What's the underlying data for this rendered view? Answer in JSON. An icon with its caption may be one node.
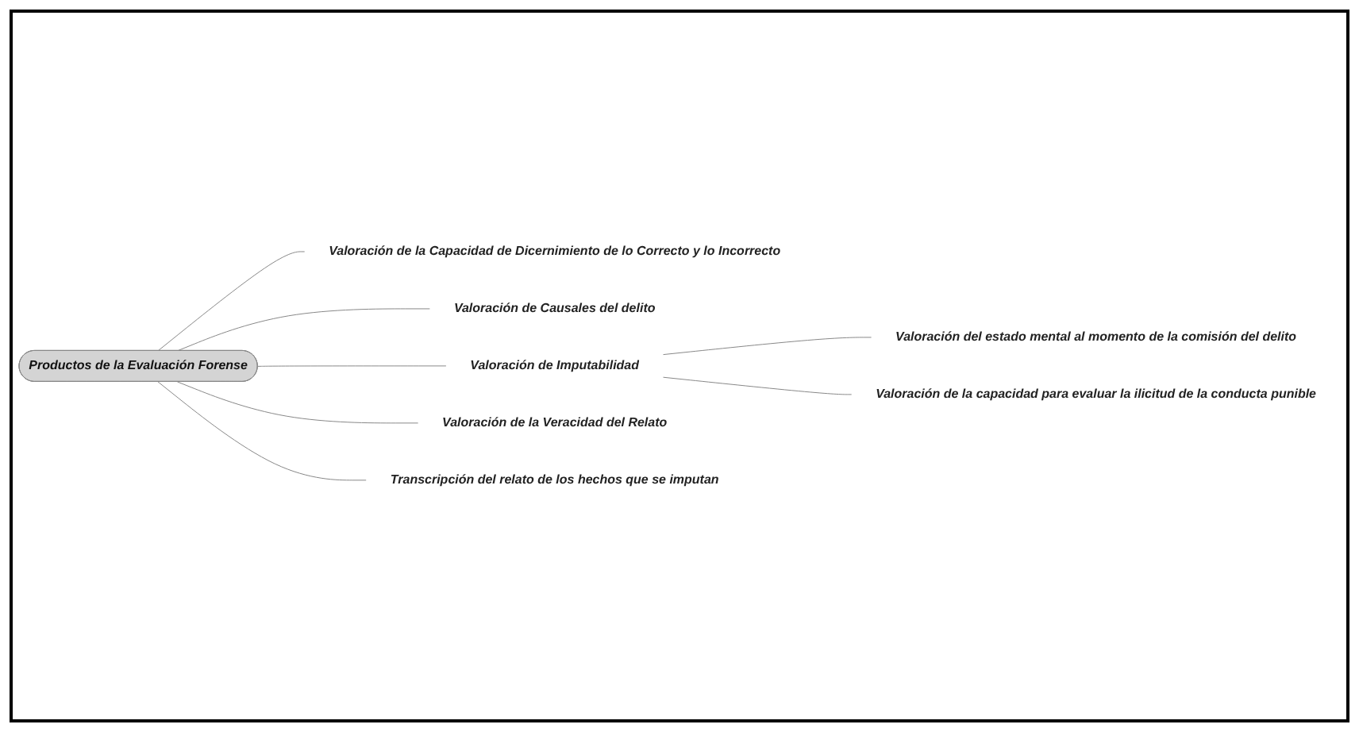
{
  "diagram": {
    "nodes": [
      {
        "text": [
          "Productos de la Evaluación Forense"
        ]
      },
      {
        "text": [
          "Valoración de la Capacidad de Dicernimiento de lo Correcto y lo Incorrecto"
        ]
      },
      {
        "text": [
          "Valoración de Causales del delito"
        ]
      },
      {
        "text": [
          "Valoración de Imputabilidad"
        ]
      },
      {
        "text": [
          "Valoración del estado mental al momento de la comisión del delito"
        ]
      },
      {
        "text": [
          "Valoración de la capacidad para evaluar la ilicitud de la conducta punible"
        ]
      },
      {
        "text": [
          "Valoración de la Veracidad del Relato"
        ]
      },
      {
        "text": [
          "Transcripción del relato de los hechos que se imputan"
        ]
      }
    ],
    "edges": [
      {
        "from": 0,
        "to": 1,
        "arrow": "none"
      },
      {
        "from": 0,
        "to": 2,
        "arrow": "none"
      },
      {
        "from": 0,
        "to": 3,
        "arrow": "none"
      },
      {
        "from": 3,
        "to": 4,
        "arrow": "none"
      },
      {
        "from": 3,
        "to": 5,
        "arrow": "none"
      },
      {
        "from": 0,
        "to": 6,
        "arrow": "none"
      },
      {
        "from": 0,
        "to": 7,
        "arrow": "none"
      }
    ]
  }
}
